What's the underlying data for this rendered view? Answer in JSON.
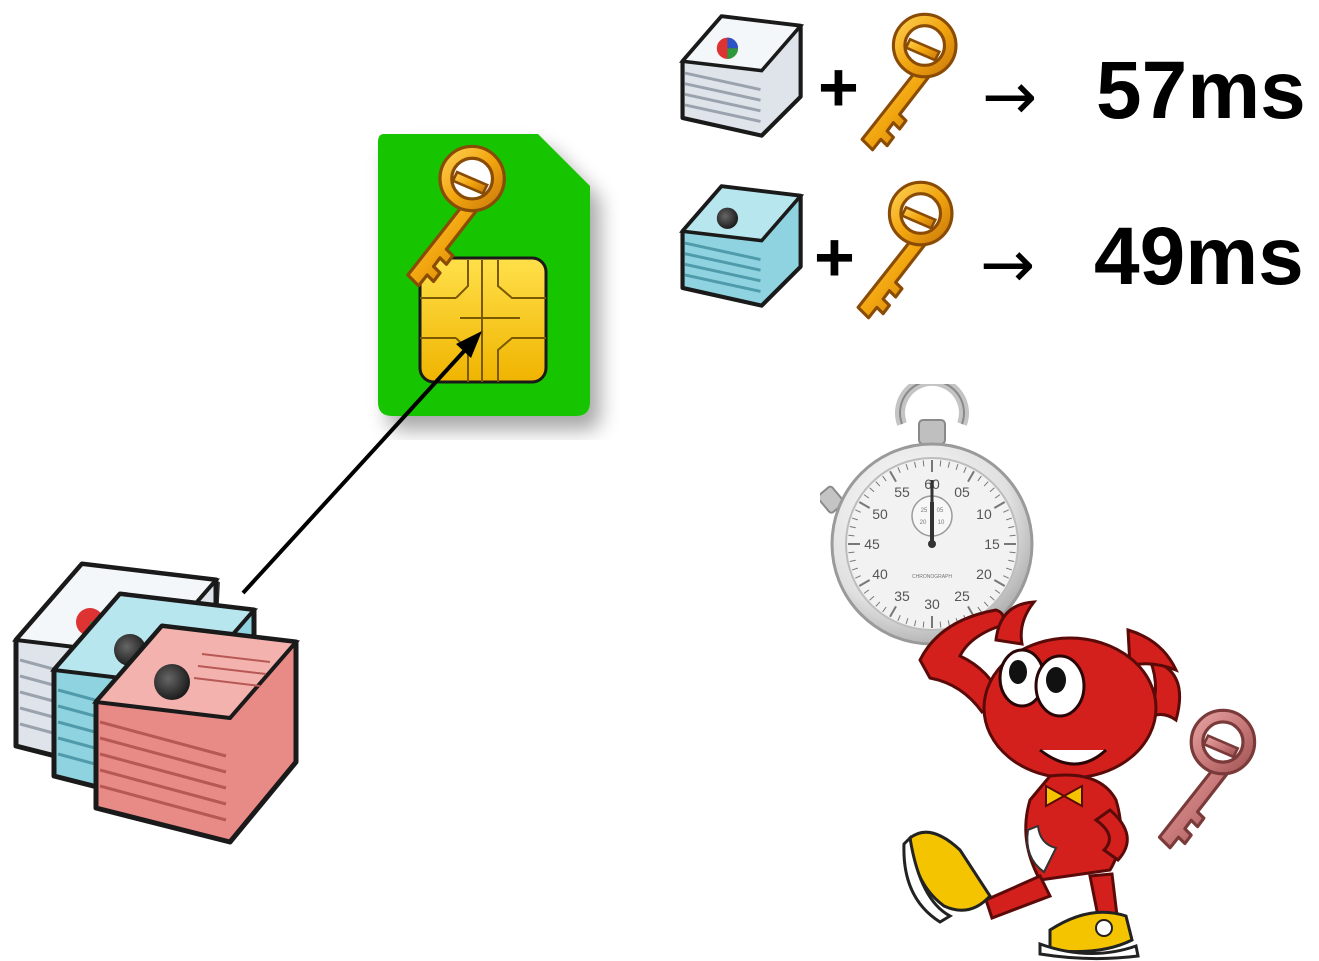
{
  "rows": [
    {
      "document_color": "white",
      "plus": "+",
      "arrow": "→",
      "time": "57ms"
    },
    {
      "document_color": "blue",
      "plus": "+",
      "arrow": "→",
      "time": "49ms"
    }
  ],
  "colors": {
    "sim_card": "#12c400",
    "chip": "#f5c400",
    "key": "#f2a60f",
    "doc_white": "#e9edf1",
    "doc_blue": "#8fd3e0",
    "doc_red": "#e88a86",
    "key_red": "#c97a7a",
    "mascot_red": "#d4201c"
  },
  "icons": {
    "sim": "sim-card-icon",
    "key": "key-icon",
    "documents": "document-stack-icon",
    "stopwatch": "stopwatch-icon",
    "mascot": "bsd-daemon-icon"
  },
  "stopwatch": {
    "outer_numbers": [
      "60",
      "05",
      "10",
      "15",
      "20",
      "25",
      "30",
      "35",
      "40",
      "45",
      "50",
      "55"
    ],
    "inner_numbers": [
      "25",
      "05",
      "20",
      "10"
    ],
    "brand": "CHRONOGRAPH"
  }
}
